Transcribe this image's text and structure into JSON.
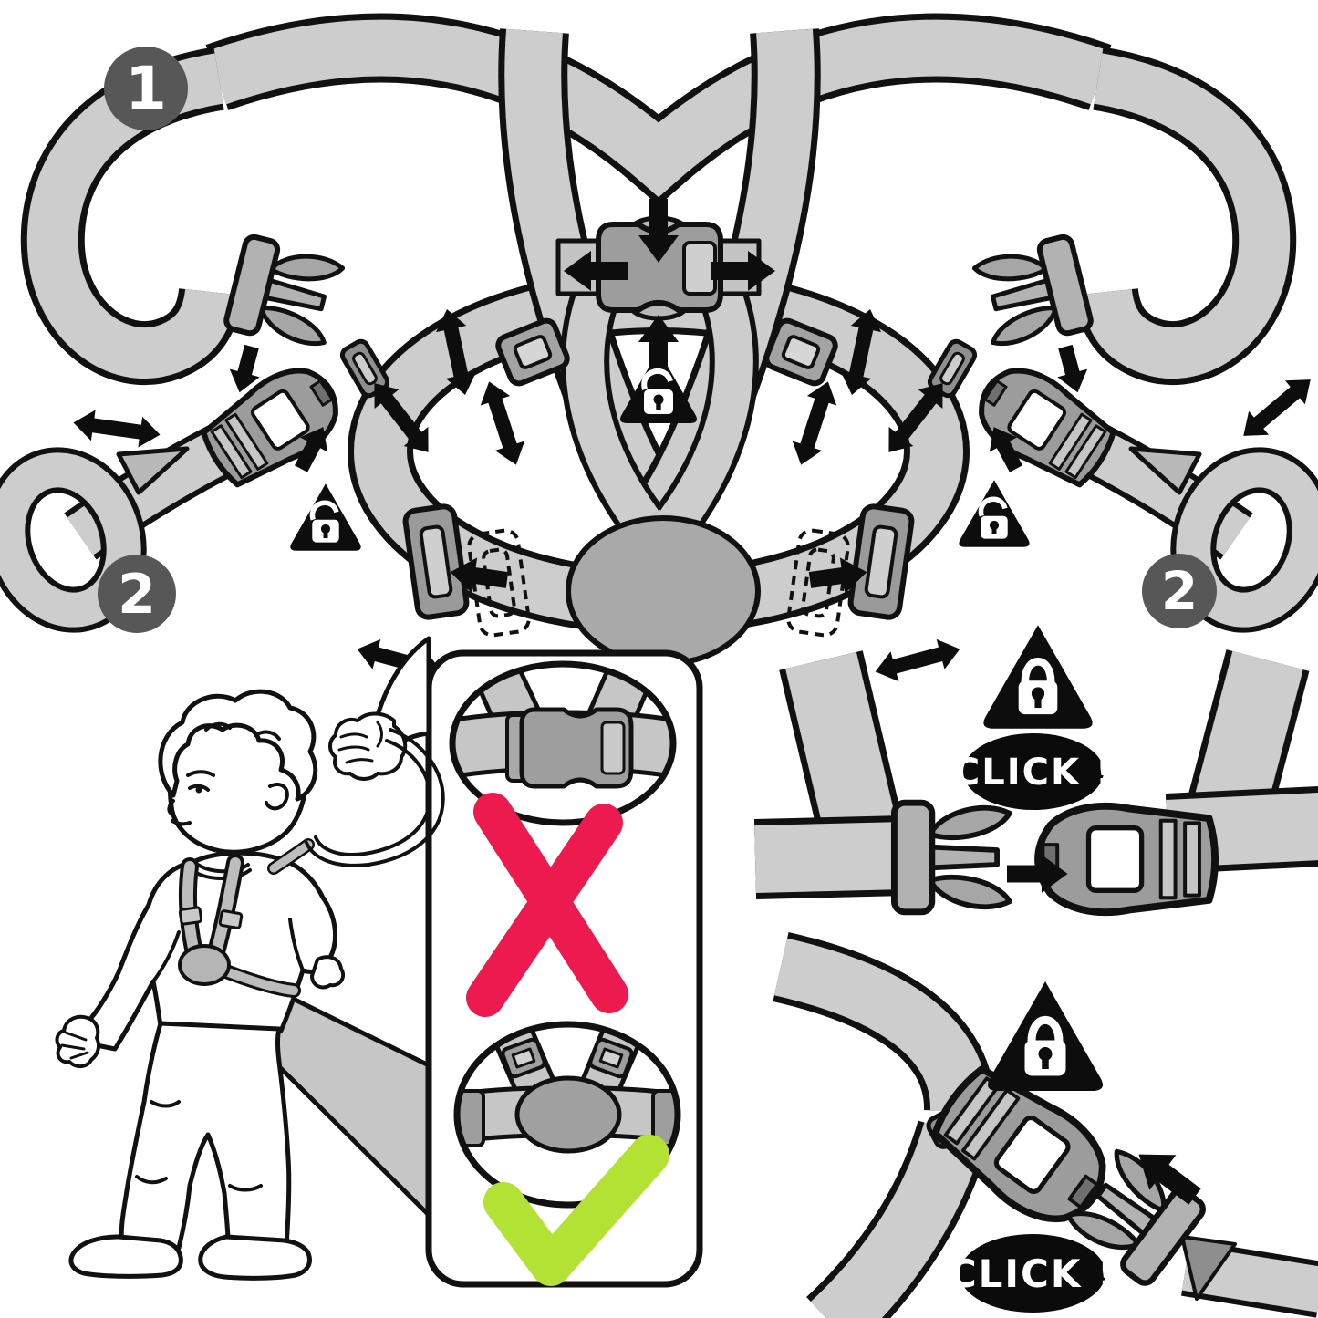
{
  "figure": {
    "type": "instruction-diagram",
    "subject": "Child safety harness and walking reins usage instructions",
    "step_badges": [
      {
        "id": "step-1",
        "label": "1"
      },
      {
        "id": "step-2-left",
        "label": "2"
      },
      {
        "id": "step-2-right",
        "label": "2"
      }
    ],
    "callouts": {
      "click_top": "CLICK !",
      "click_bottom": "CLICK !"
    },
    "icons": {
      "lock_open": "warning-triangle-open-padlock",
      "lock_closed": "warning-triangle-closed-padlock",
      "cross": "wrong-usage-cross",
      "check": "correct-usage-check"
    },
    "colors": {
      "strap": "#cdcdcd",
      "strap_shade": "#b2b2b2",
      "buckle": "#9c9c9c",
      "pad": "#a9a9a9",
      "outline": "#111111",
      "badge": "#575757",
      "black": "#0d0d0d",
      "cross_red": "#ec1a4e",
      "check_green": "#b4e234",
      "white": "#ffffff"
    }
  }
}
